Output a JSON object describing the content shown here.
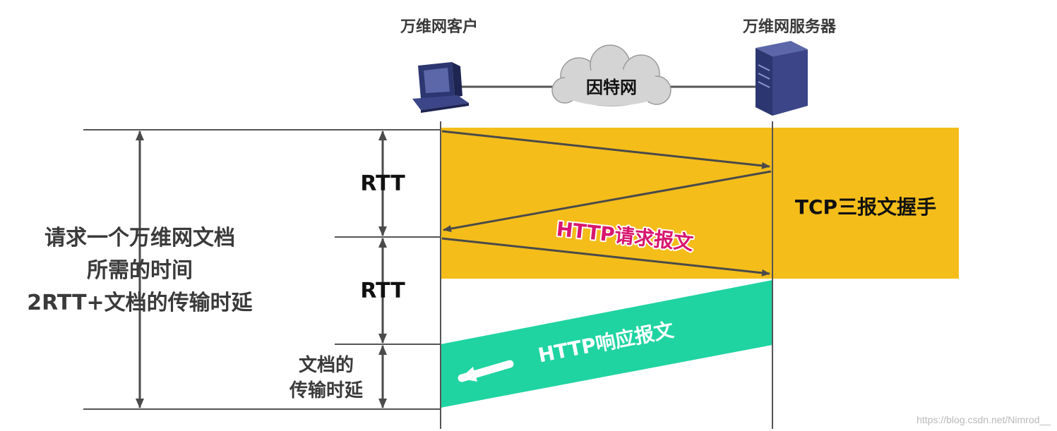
{
  "client": {
    "label": "万维网客户"
  },
  "server": {
    "label": "万维网服务器"
  },
  "network": {
    "label": "因特网"
  },
  "handshake": {
    "label": "TCP三报文握手"
  },
  "rtt": {
    "first": "RTT",
    "second": "RTT"
  },
  "request": {
    "label": "HTTP请求报文"
  },
  "response": {
    "label": "HTTP响应报文"
  },
  "total_time": {
    "line1": "请求一个万维网文档",
    "line2": "所需的时间",
    "line3": "2RTT+文档的传输时延"
  },
  "transfer_delay": {
    "line1": "文档的",
    "line2": "传输时延"
  },
  "watermark": {
    "text": "https://blog.csdn.net/Nimrod__"
  },
  "colors": {
    "handshake_box": "#f4bd1a",
    "response_band": "#1fd4a1",
    "request_text": "#d8176e",
    "arrow": "#4a4a4a",
    "cloud": "#d4d4d4"
  }
}
